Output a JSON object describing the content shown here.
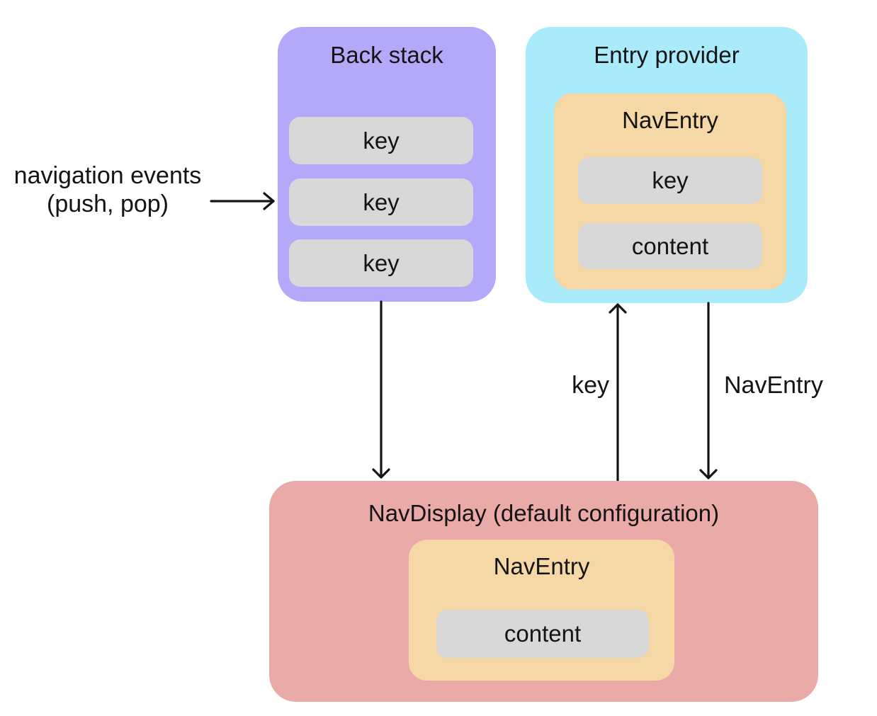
{
  "annotation": {
    "line1": "navigation events",
    "line2": "(push, pop)"
  },
  "back_stack": {
    "title": "Back stack",
    "keys": [
      "key",
      "key",
      "key"
    ]
  },
  "entry_provider": {
    "title": "Entry provider",
    "nav_entry": {
      "title": "NavEntry",
      "key": "key",
      "content": "content"
    }
  },
  "nav_display": {
    "title": "NavDisplay (default configuration)",
    "nav_entry": {
      "title": "NavEntry",
      "content": "content"
    }
  },
  "arrow_labels": {
    "key": "key",
    "nav_entry": "NavEntry"
  },
  "colors": {
    "back_stack_bg": "#b4a9f8",
    "entry_provider_bg": "#a9ebfa",
    "nav_entry_bg": "#f5d8a5",
    "chip_bg": "#d8d8d8",
    "nav_display_bg": "#eaaba8",
    "text_and_arrows": "#141414",
    "page_bg": "#ffffff"
  }
}
